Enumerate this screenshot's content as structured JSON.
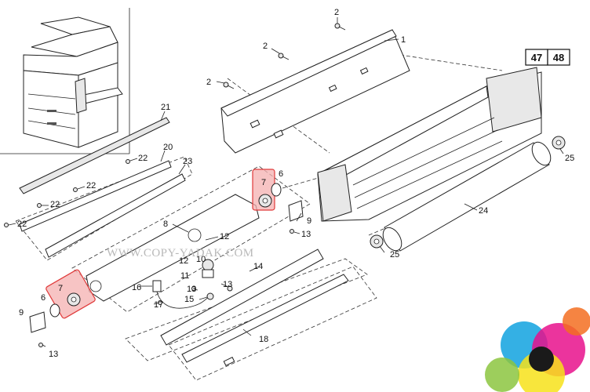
{
  "watermark": "WWW.COPY-YADAK.COM",
  "header_boxes": [
    "47",
    "48"
  ],
  "callouts": [
    {
      "id": "c-2a",
      "text": "2"
    },
    {
      "id": "c-1",
      "text": "1"
    },
    {
      "id": "c-2b",
      "text": "2"
    },
    {
      "id": "c-2c",
      "text": "2"
    },
    {
      "id": "c-21",
      "text": "21"
    },
    {
      "id": "c-20",
      "text": "20"
    },
    {
      "id": "c-22a",
      "text": "22"
    },
    {
      "id": "c-23",
      "text": "23"
    },
    {
      "id": "c-22b",
      "text": "22"
    },
    {
      "id": "c-22c",
      "text": "22"
    },
    {
      "id": "c-22d",
      "text": "22"
    },
    {
      "id": "c-6a",
      "text": "6"
    },
    {
      "id": "c-7a",
      "text": "7"
    },
    {
      "id": "c-9a",
      "text": "9"
    },
    {
      "id": "c-13a",
      "text": "13"
    },
    {
      "id": "c-8",
      "text": "8"
    },
    {
      "id": "c-12a",
      "text": "12"
    },
    {
      "id": "c-12b",
      "text": "12"
    },
    {
      "id": "c-10",
      "text": "10"
    },
    {
      "id": "c-11",
      "text": "11"
    },
    {
      "id": "c-13b",
      "text": "13"
    },
    {
      "id": "c-14",
      "text": "14"
    },
    {
      "id": "c-16",
      "text": "16"
    },
    {
      "id": "c-17",
      "text": "17"
    },
    {
      "id": "c-13c",
      "text": "13"
    },
    {
      "id": "c-15",
      "text": "15"
    },
    {
      "id": "c-7b",
      "text": "7"
    },
    {
      "id": "c-6b",
      "text": "6"
    },
    {
      "id": "c-9b",
      "text": "9"
    },
    {
      "id": "c-13d",
      "text": "13"
    },
    {
      "id": "c-18",
      "text": "18"
    },
    {
      "id": "c-24",
      "text": "24"
    },
    {
      "id": "c-25a",
      "text": "25"
    },
    {
      "id": "c-25b",
      "text": "25"
    }
  ]
}
